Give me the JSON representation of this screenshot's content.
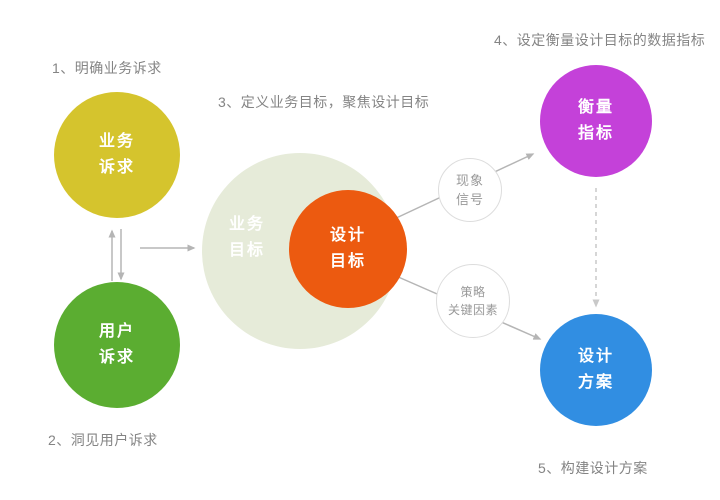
{
  "steps": {
    "step1": "1、明确业务诉求",
    "step2": "2、洞见用户诉求",
    "step3": "3、定义业务目标，聚焦设计目标",
    "step4": "4、设定衡量设计目标的数据指标",
    "step5": "5、构建设计方案"
  },
  "nodes": {
    "business_demand": {
      "line1": "业务",
      "line2": "诉求",
      "color": "#d5c42d"
    },
    "user_demand": {
      "line1": "用户",
      "line2": "诉求",
      "color": "#5bad31"
    },
    "business_goal": {
      "line1": "业务",
      "line2": "目标",
      "color": "#e6ebd9",
      "text_color": "#ffffff"
    },
    "design_goal": {
      "line1": "设计",
      "line2": "目标",
      "color": "#ec5a10"
    },
    "signal": {
      "line1": "现象",
      "line2": "信号",
      "color": "#ffffff",
      "border_color": "#dddddd",
      "text_color": "#999999"
    },
    "strategy": {
      "line1": "策略",
      "line2": "关键因素",
      "color": "#ffffff",
      "border_color": "#dddddd",
      "text_color": "#999999"
    },
    "measure_metric": {
      "line1": "衡量",
      "line2": "指标",
      "color": "#c441d9"
    },
    "design_plan": {
      "line1": "设计",
      "line2": "方案",
      "color": "#318ee2"
    }
  },
  "arrows": {
    "solid_color": "#b5b5b5",
    "dashed_color": "#c9c9c9"
  }
}
